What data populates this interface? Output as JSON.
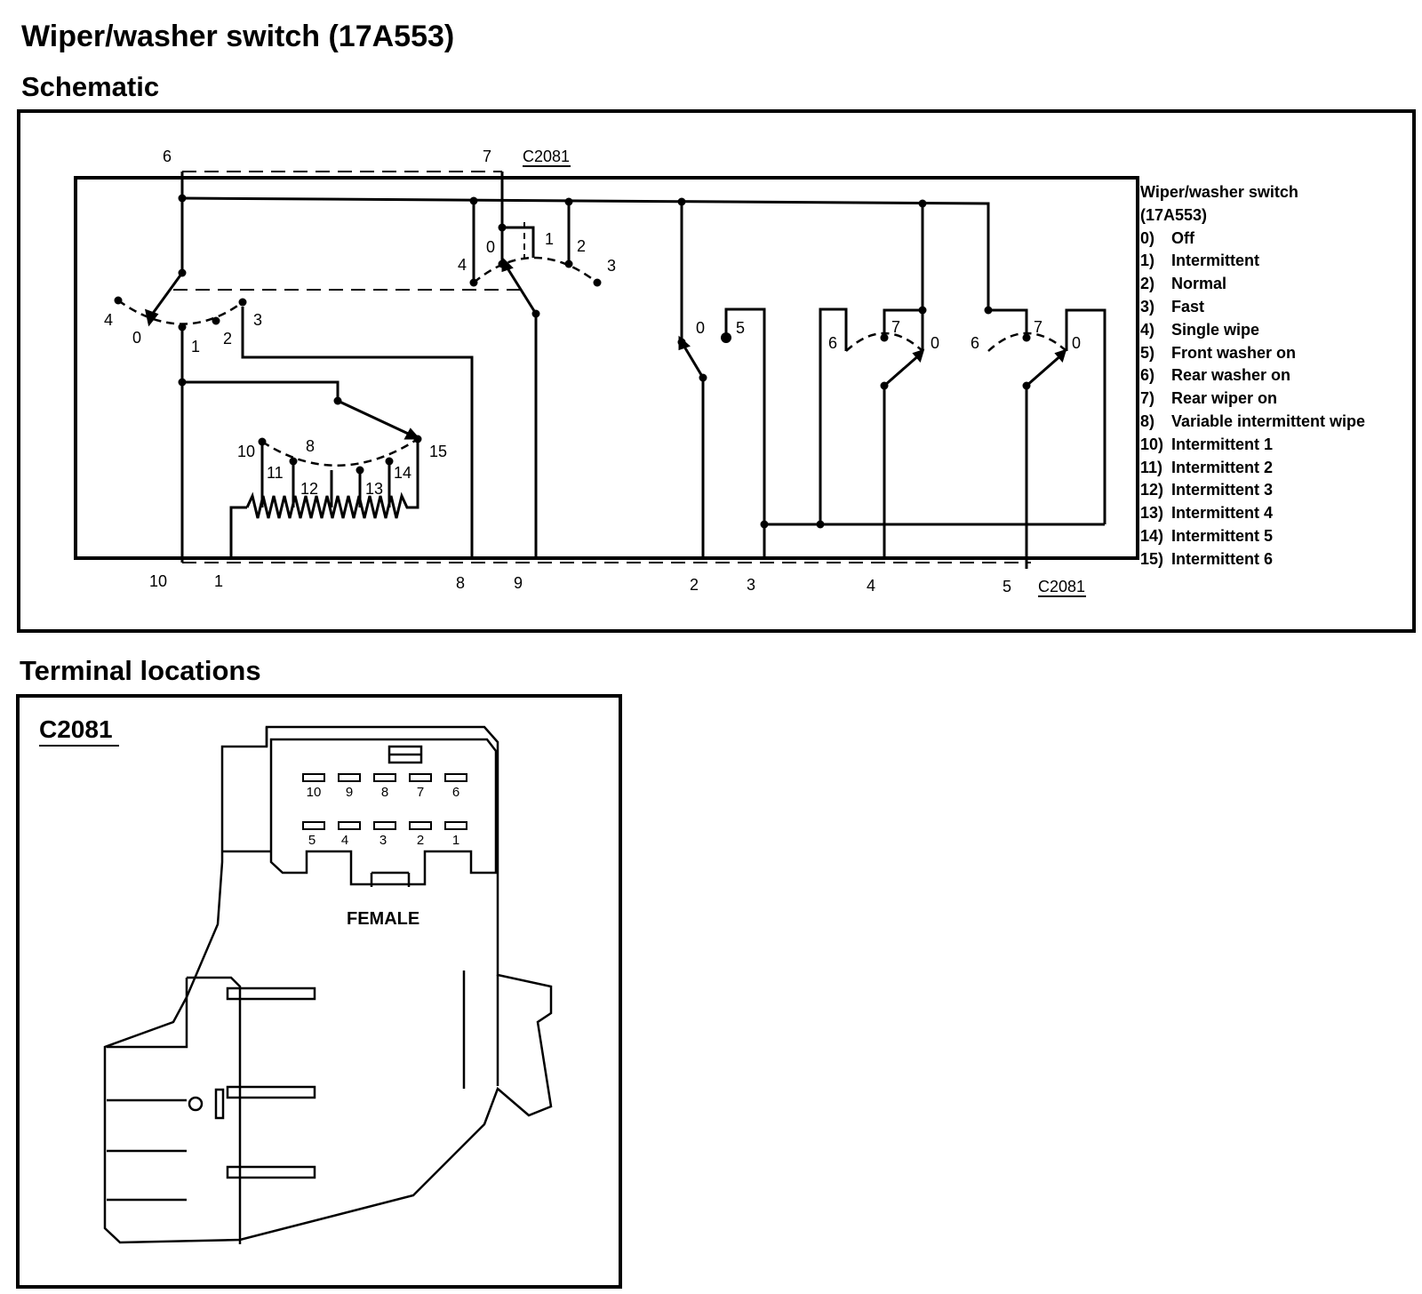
{
  "title": "Wiper/washer switch (17A553)",
  "schematic_heading": "Schematic",
  "terminal_heading": "Terminal locations",
  "connector": "C2081",
  "legend": {
    "title_line1": "Wiper/washer switch",
    "title_line2": "(17A553)",
    "items": [
      {
        "num": "0)",
        "label": "Off"
      },
      {
        "num": "1)",
        "label": "Intermittent"
      },
      {
        "num": "2)",
        "label": "Normal"
      },
      {
        "num": "3)",
        "label": "Fast"
      },
      {
        "num": "4)",
        "label": "Single wipe"
      },
      {
        "num": "5)",
        "label": "Front washer on"
      },
      {
        "num": "6)",
        "label": "Rear washer on"
      },
      {
        "num": "7)",
        "label": "Rear wiper on"
      },
      {
        "num": "8)",
        "label": "Variable intermittent wipe"
      },
      {
        "num": "10)",
        "label": "Intermittent 1"
      },
      {
        "num": "11)",
        "label": "Intermittent 2"
      },
      {
        "num": "12)",
        "label": "Intermittent 3"
      },
      {
        "num": "13)",
        "label": "Intermittent 4"
      },
      {
        "num": "14)",
        "label": "Intermittent 5"
      },
      {
        "num": "15)",
        "label": "Intermittent 6"
      }
    ]
  },
  "top_pins": [
    "6",
    "7"
  ],
  "bottom_pins": [
    "10",
    "1",
    "8",
    "9",
    "2",
    "3",
    "4",
    "5"
  ],
  "wiper_positions": [
    "4",
    "0",
    "1",
    "2",
    "3"
  ],
  "interval_positions": [
    "10",
    "8",
    "15",
    "11",
    "12",
    "13",
    "14"
  ],
  "mode_positions": [
    "4",
    "0",
    "1",
    "2",
    "3"
  ],
  "washer_positions": [
    "0",
    "5"
  ],
  "rear_a_positions": [
    "6",
    "7",
    "0"
  ],
  "rear_b_positions": [
    "6",
    "7",
    "0"
  ],
  "pin_layout_top": [
    "10",
    "9",
    "8",
    "7",
    "6"
  ],
  "pin_layout_bottom": [
    "5",
    "4",
    "3",
    "2",
    "1"
  ],
  "connector_gender": "FEMALE"
}
